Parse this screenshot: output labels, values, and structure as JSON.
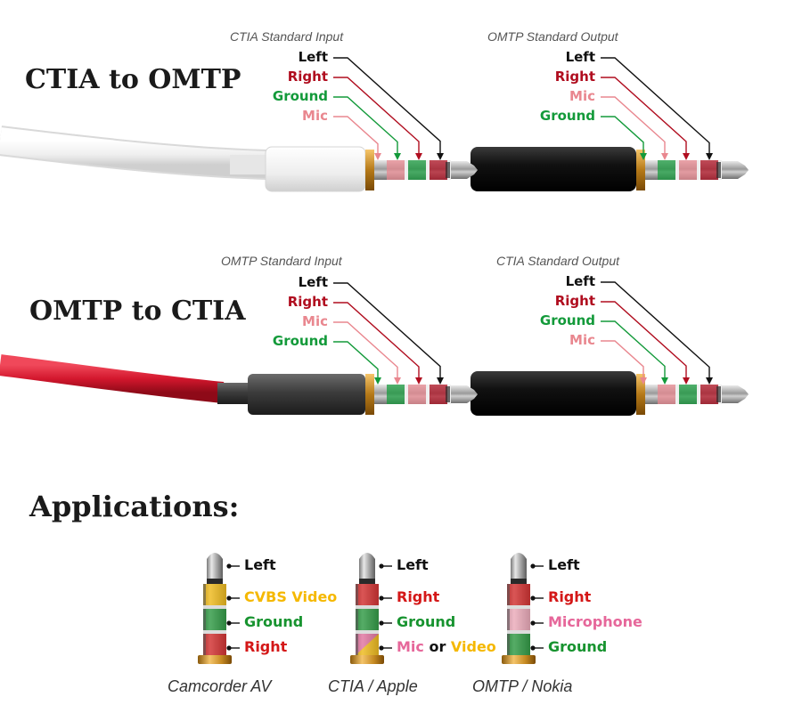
{
  "colors": {
    "left": "#111111",
    "right": "#b00d1f",
    "mic": "#e9878f",
    "ground": "#139a3a",
    "video": "#f5b800",
    "app_right": "#d41717",
    "app_mic": "#e6679a",
    "app_ground": "#17932f"
  },
  "sections": [
    {
      "title": "CTIA to OMTP",
      "input": {
        "heading": "CTIA Standard Input",
        "labels": [
          {
            "text": "Left",
            "role": "left"
          },
          {
            "text": "Right",
            "role": "right"
          },
          {
            "text": "Ground",
            "role": "ground"
          },
          {
            "text": "Mic",
            "role": "mic"
          }
        ]
      },
      "output": {
        "heading": "OMTP Standard Output",
        "labels": [
          {
            "text": "Left",
            "role": "left"
          },
          {
            "text": "Right",
            "role": "right"
          },
          {
            "text": "Mic",
            "role": "mic"
          },
          {
            "text": "Ground",
            "role": "ground"
          }
        ]
      }
    },
    {
      "title": "OMTP to CTIA",
      "input": {
        "heading": "OMTP Standard Input",
        "labels": [
          {
            "text": "Left",
            "role": "left"
          },
          {
            "text": "Right",
            "role": "right"
          },
          {
            "text": "Mic",
            "role": "mic"
          },
          {
            "text": "Ground",
            "role": "ground"
          }
        ]
      },
      "output": {
        "heading": "CTIA Standard Output",
        "labels": [
          {
            "text": "Left",
            "role": "left"
          },
          {
            "text": "Right",
            "role": "right"
          },
          {
            "text": "Ground",
            "role": "ground"
          },
          {
            "text": "Mic",
            "role": "mic"
          }
        ]
      }
    }
  ],
  "applications": {
    "title": "Applications:",
    "plugs": [
      {
        "caption": "Camcorder AV",
        "rings": [
          "video",
          "ground",
          "right"
        ],
        "labels": [
          {
            "parts": [
              {
                "text": "Left",
                "role": "left"
              }
            ]
          },
          {
            "parts": [
              {
                "text": "CVBS Video",
                "role": "video"
              }
            ]
          },
          {
            "parts": [
              {
                "text": "Ground",
                "role": "app_ground"
              }
            ]
          },
          {
            "parts": [
              {
                "text": "Right",
                "role": "app_right"
              }
            ]
          }
        ]
      },
      {
        "caption": "CTIA / Apple",
        "rings": [
          "right",
          "ground",
          "mic-video"
        ],
        "labels": [
          {
            "parts": [
              {
                "text": "Left",
                "role": "left"
              }
            ]
          },
          {
            "parts": [
              {
                "text": "Right",
                "role": "app_right"
              }
            ]
          },
          {
            "parts": [
              {
                "text": "Ground",
                "role": "app_ground"
              }
            ]
          },
          {
            "parts": [
              {
                "text": "Mic",
                "role": "app_mic"
              },
              {
                "text": "or",
                "role": "left"
              },
              {
                "text": "Video",
                "role": "video"
              }
            ]
          }
        ]
      },
      {
        "caption": "OMTP / Nokia",
        "rings": [
          "right",
          "mic",
          "ground"
        ],
        "labels": [
          {
            "parts": [
              {
                "text": "Left",
                "role": "left"
              }
            ]
          },
          {
            "parts": [
              {
                "text": "Right",
                "role": "app_right"
              }
            ]
          },
          {
            "parts": [
              {
                "text": "Microphone",
                "role": "app_mic"
              }
            ]
          },
          {
            "parts": [
              {
                "text": "Ground",
                "role": "app_ground"
              }
            ]
          }
        ]
      }
    ]
  }
}
